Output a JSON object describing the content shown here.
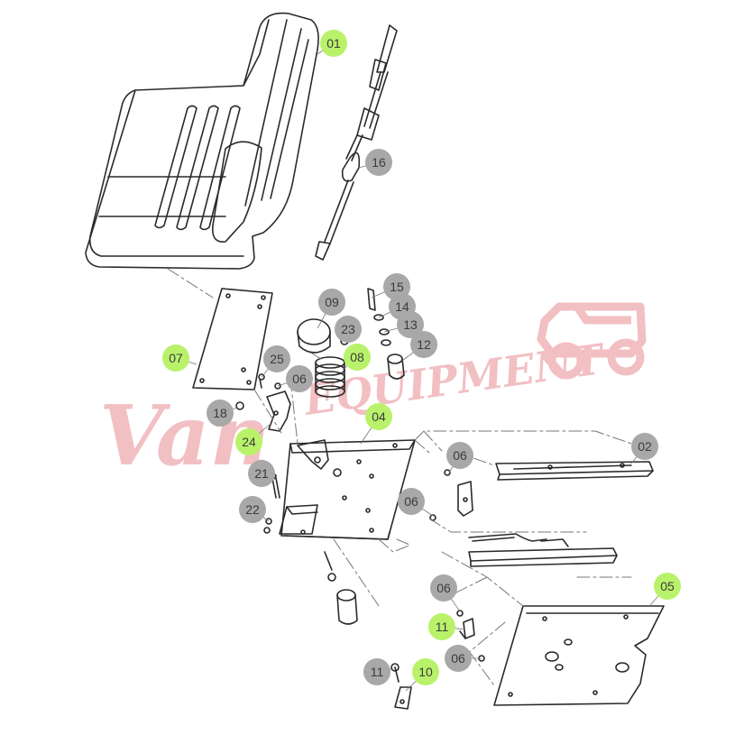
{
  "watermark": {
    "text_left": "Van",
    "text_right": "EQUIPMENT",
    "color": "#f1b9bd"
  },
  "colors": {
    "line": "#2a2a2a",
    "callout_highlight": "#b9f26a",
    "callout_normal": "#a8a8a8",
    "leader": "#777777"
  },
  "callouts": [
    {
      "id": "c01",
      "label": "01",
      "highlight": true
    },
    {
      "id": "c16",
      "label": "16",
      "highlight": false
    },
    {
      "id": "c15",
      "label": "15",
      "highlight": false
    },
    {
      "id": "c14",
      "label": "14",
      "highlight": false
    },
    {
      "id": "c13",
      "label": "13",
      "highlight": false
    },
    {
      "id": "c12",
      "label": "12",
      "highlight": false
    },
    {
      "id": "c09",
      "label": "09",
      "highlight": false
    },
    {
      "id": "c23",
      "label": "23",
      "highlight": false
    },
    {
      "id": "c08",
      "label": "08",
      "highlight": true
    },
    {
      "id": "c07",
      "label": "07",
      "highlight": true
    },
    {
      "id": "c25",
      "label": "25",
      "highlight": false
    },
    {
      "id": "c06a",
      "label": "06",
      "highlight": false
    },
    {
      "id": "c18",
      "label": "18",
      "highlight": false
    },
    {
      "id": "c24",
      "label": "24",
      "highlight": true
    },
    {
      "id": "c04",
      "label": "04",
      "highlight": true
    },
    {
      "id": "c02",
      "label": "02",
      "highlight": false
    },
    {
      "id": "c06b",
      "label": "06",
      "highlight": false
    },
    {
      "id": "c21",
      "label": "21",
      "highlight": false
    },
    {
      "id": "c22",
      "label": "22",
      "highlight": false
    },
    {
      "id": "c06c",
      "label": "06",
      "highlight": false
    },
    {
      "id": "c05",
      "label": "05",
      "highlight": true
    },
    {
      "id": "c06d",
      "label": "06",
      "highlight": false
    },
    {
      "id": "c11a",
      "label": "11",
      "highlight": true
    },
    {
      "id": "c06e",
      "label": "06",
      "highlight": false
    },
    {
      "id": "c11b",
      "label": "11",
      "highlight": false
    },
    {
      "id": "c10",
      "label": "10",
      "highlight": true
    }
  ]
}
